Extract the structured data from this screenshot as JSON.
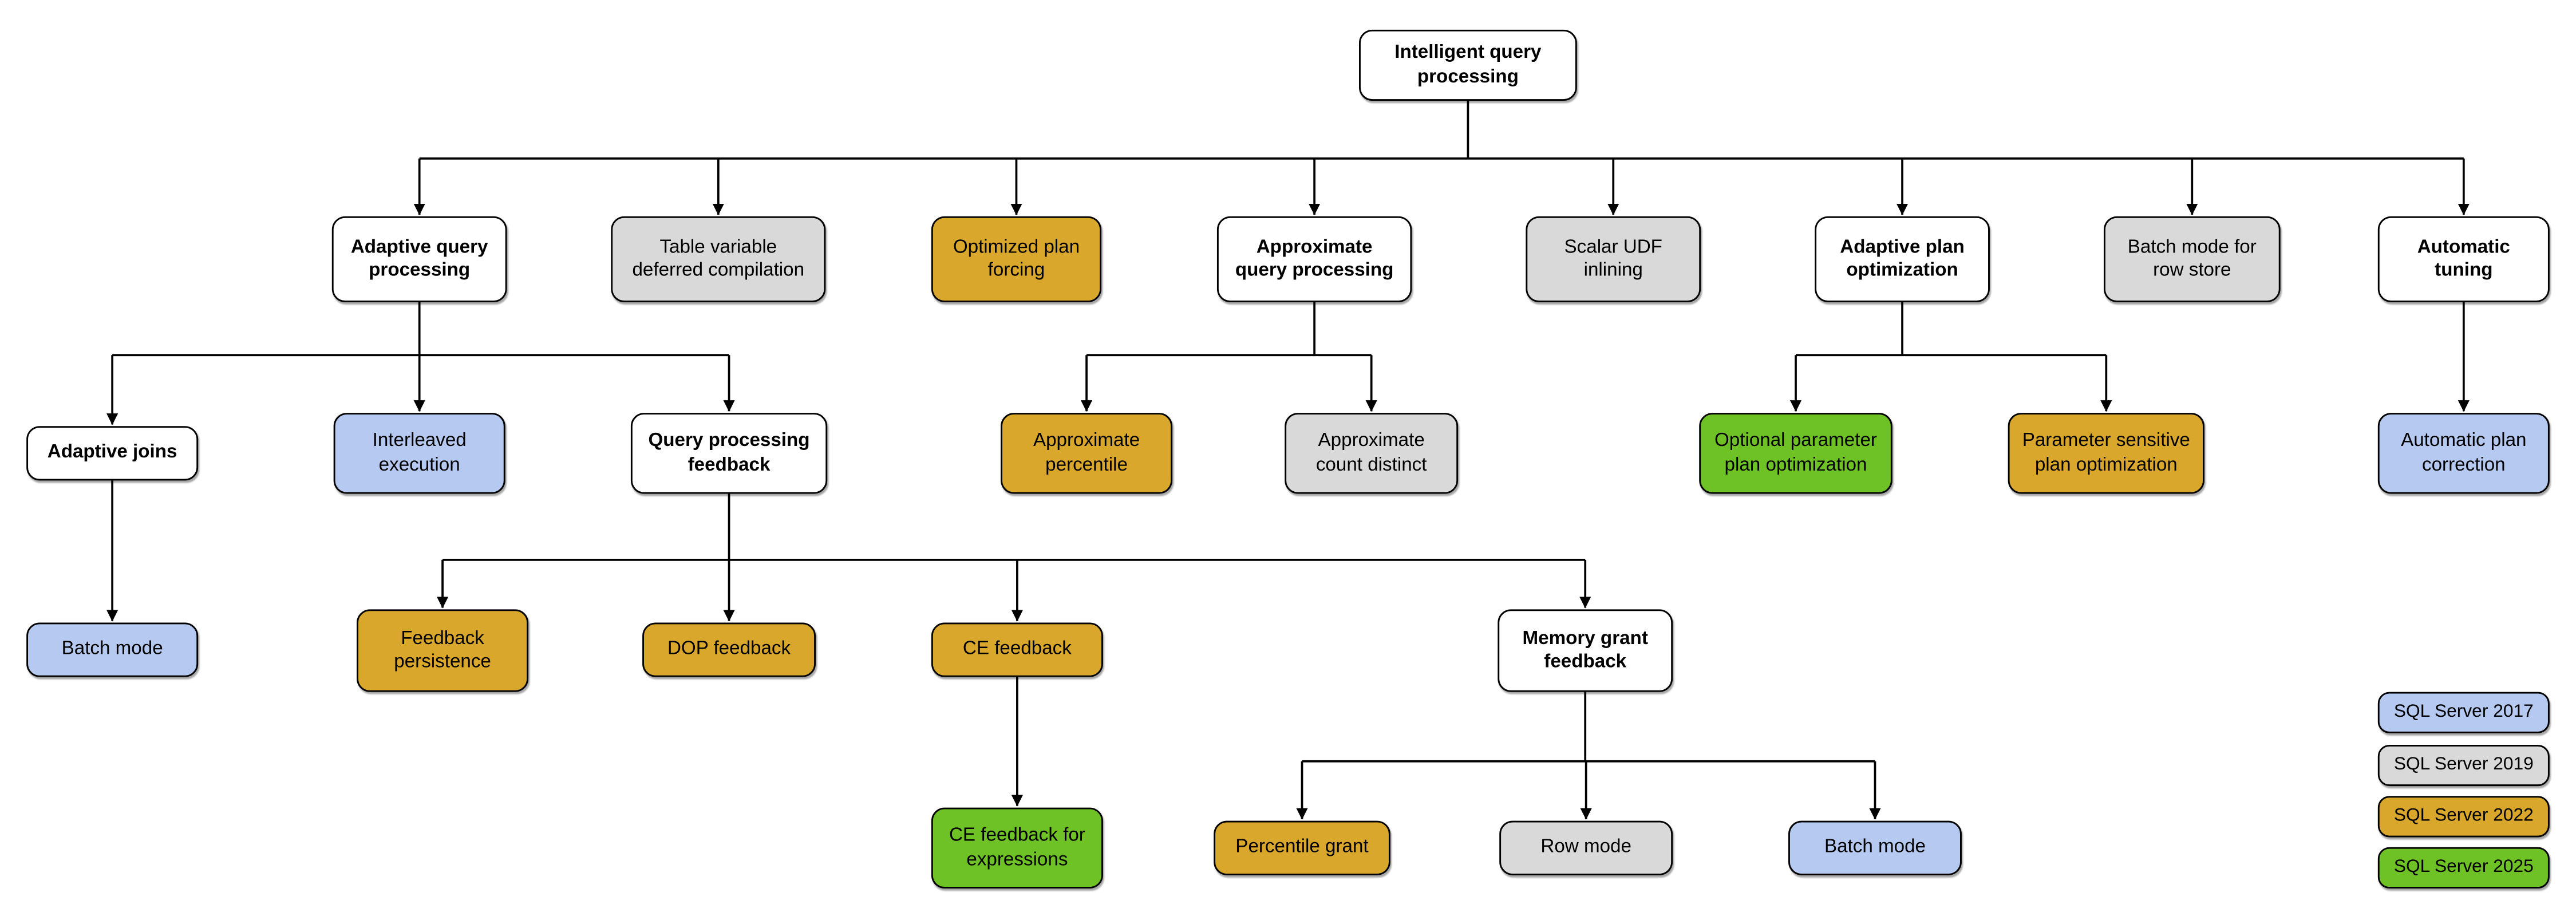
{
  "diagram": {
    "colors": {
      "2017": "#b6c9f0",
      "2019": "#d9d9d9",
      "2022": "#d9a72c",
      "2025": "#6ec226",
      "category": "#ffffff"
    },
    "nodes": {
      "root": {
        "label": "Intelligent query processing",
        "version": "category"
      },
      "aqp": {
        "label": "Adaptive query processing",
        "version": "category"
      },
      "tvdc": {
        "label": "Table variable deferred compilation",
        "version": "2019"
      },
      "opf": {
        "label": "Optimized plan forcing",
        "version": "2022"
      },
      "appqp": {
        "label": "Approximate query processing",
        "version": "category"
      },
      "sudf": {
        "label": "Scalar UDF inlining",
        "version": "2019"
      },
      "apo": {
        "label": "Adaptive plan optimization",
        "version": "category"
      },
      "bmrs": {
        "label": "Batch mode for row store",
        "version": "2019"
      },
      "at": {
        "label": "Automatic tuning",
        "version": "category"
      },
      "aj": {
        "label": "Adaptive joins",
        "version": "category"
      },
      "ie": {
        "label": "Interleaved execution",
        "version": "2017"
      },
      "qpf": {
        "label": "Query processing feedback",
        "version": "category"
      },
      "ap": {
        "label": "Approximate percentile",
        "version": "2022"
      },
      "acd": {
        "label": "Approximate count distinct",
        "version": "2019"
      },
      "oppo": {
        "label": "Optional parameter plan optimization",
        "version": "2025"
      },
      "pspo": {
        "label": "Parameter sensitive plan optimization",
        "version": "2022"
      },
      "apc": {
        "label": "Automatic plan correction",
        "version": "2017"
      },
      "bm1": {
        "label": "Batch mode",
        "version": "2017"
      },
      "fp": {
        "label": "Feedback persistence",
        "version": "2022"
      },
      "dop": {
        "label": "DOP feedback",
        "version": "2022"
      },
      "ce": {
        "label": "CE feedback",
        "version": "2022"
      },
      "mgf": {
        "label": "Memory grant feedback",
        "version": "category"
      },
      "cefe": {
        "label": "CE feedback for expressions",
        "version": "2025"
      },
      "pg": {
        "label": "Percentile grant",
        "version": "2022"
      },
      "rm": {
        "label": "Row mode",
        "version": "2019"
      },
      "bm2": {
        "label": "Batch mode",
        "version": "2017"
      }
    },
    "legend": [
      {
        "label": "SQL Server 2017",
        "version": "2017"
      },
      {
        "label": "SQL Server 2019",
        "version": "2019"
      },
      {
        "label": "SQL Server 2022",
        "version": "2022"
      },
      {
        "label": "SQL Server 2025",
        "version": "2025"
      }
    ]
  }
}
